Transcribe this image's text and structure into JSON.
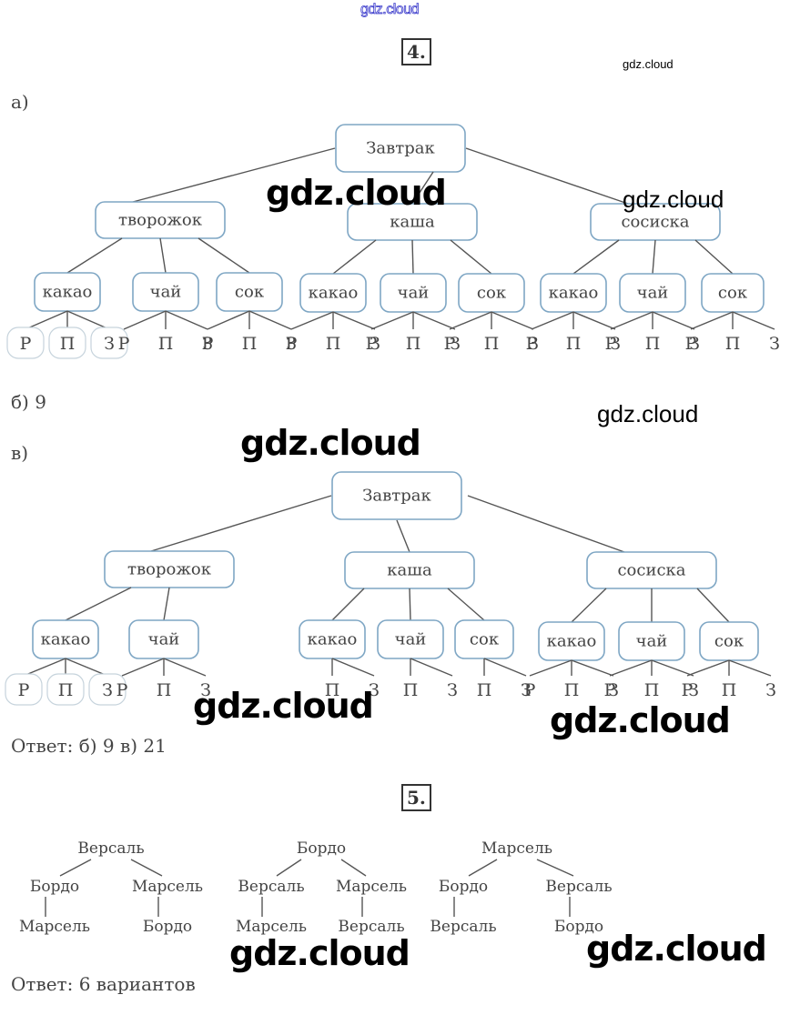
{
  "watermarks": {
    "top": "gdz.cloud",
    "small_right": "gdz.cloud",
    "large": "gdz.cloud"
  },
  "task4": {
    "number": "4.",
    "part_a_label": "а)",
    "part_b_label": "б) 9",
    "part_v_label": "в)",
    "answer": "Ответ: б) 9   в) 21",
    "tree_a": {
      "root": "Завтрак",
      "children": [
        {
          "label": "творожок",
          "children": [
            {
              "label": "какао",
              "leaves": [
                "Р",
                "П",
                "З"
              ],
              "boxed_leaves": true
            },
            {
              "label": "чай",
              "leaves": [
                "Р",
                "П",
                "З"
              ]
            },
            {
              "label": "сок",
              "leaves": [
                "Р",
                "П",
                "З"
              ]
            }
          ]
        },
        {
          "label": "каша",
          "children": [
            {
              "label": "какао",
              "leaves": [
                "Р",
                "П",
                "З"
              ]
            },
            {
              "label": "чай",
              "leaves": [
                "Р",
                "П",
                "З"
              ]
            },
            {
              "label": "сок",
              "leaves": [
                "Р",
                "П",
                "З"
              ]
            }
          ]
        },
        {
          "label": "сосиска",
          "children": [
            {
              "label": "какао",
              "leaves": [
                "Р",
                "П",
                "З"
              ]
            },
            {
              "label": "чай",
              "leaves": [
                "Р",
                "П",
                "З"
              ]
            },
            {
              "label": "сок",
              "leaves": [
                "Р",
                "П",
                "З"
              ]
            }
          ]
        }
      ]
    },
    "tree_v": {
      "root": "Завтрак",
      "children": [
        {
          "label": "творожок",
          "children": [
            {
              "label": "какао",
              "leaves": [
                "Р",
                "П",
                "З"
              ],
              "boxed_leaves": true
            },
            {
              "label": "чай",
              "leaves": [
                "Р",
                "П",
                "З"
              ]
            }
          ]
        },
        {
          "label": "каша",
          "children": [
            {
              "label": "какао",
              "leaves": [
                "П",
                "З"
              ]
            },
            {
              "label": "чай",
              "leaves": [
                "П",
                "З"
              ]
            },
            {
              "label": "сок",
              "leaves": [
                "П",
                "З"
              ]
            }
          ]
        },
        {
          "label": "сосиска",
          "children": [
            {
              "label": "какао",
              "leaves": [
                "Р",
                "П",
                "З"
              ]
            },
            {
              "label": "чай",
              "leaves": [
                "Р",
                "П",
                "З"
              ]
            },
            {
              "label": "сок",
              "leaves": [
                "Р",
                "П",
                "З"
              ]
            }
          ]
        }
      ]
    }
  },
  "task5": {
    "number": "5.",
    "trees": [
      {
        "root": "Версаль",
        "branches": [
          [
            "Бордо",
            "Марсель"
          ],
          [
            "Марсель",
            "Бордо"
          ]
        ]
      },
      {
        "root": "Бордо",
        "branches": [
          [
            "Версаль",
            "Марсель"
          ],
          [
            "Марсель",
            "Версаль"
          ]
        ]
      },
      {
        "root": "Марсель",
        "branches": [
          [
            "Бордо",
            "Версаль"
          ],
          [
            "Версаль",
            "Бордо"
          ]
        ]
      }
    ],
    "answer": "Ответ: 6 вариантов"
  }
}
